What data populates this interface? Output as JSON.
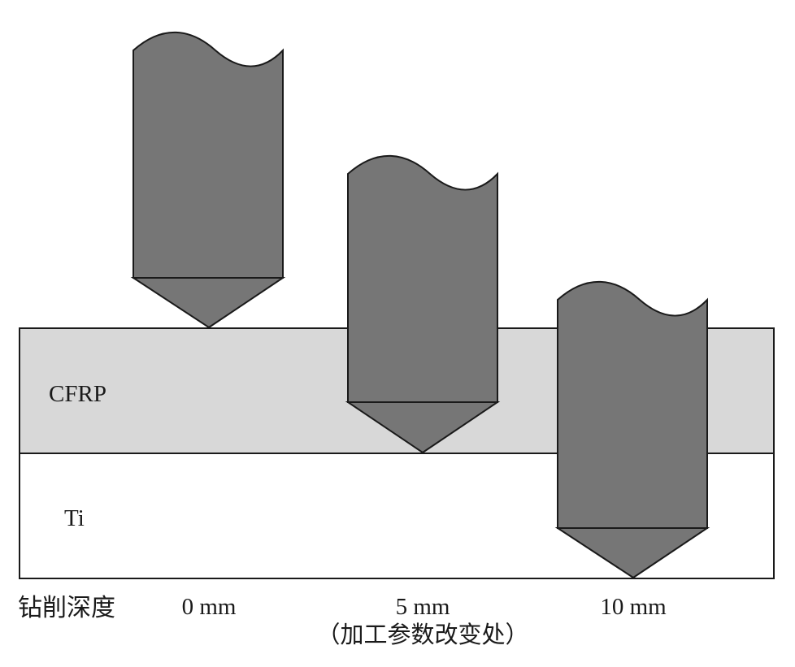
{
  "layers": {
    "top": {
      "label": "CFRP",
      "fill": "#d8d8d8"
    },
    "bottom": {
      "label": "Ti",
      "fill": "#ffffff"
    }
  },
  "drill": {
    "fill": "#767676",
    "stroke": "#1a1a1a"
  },
  "axis_title": "钻削深度",
  "depths": [
    {
      "label": "0 mm"
    },
    {
      "label": "5 mm",
      "note": "（加工参数改变处）"
    },
    {
      "label": "10 mm"
    }
  ]
}
